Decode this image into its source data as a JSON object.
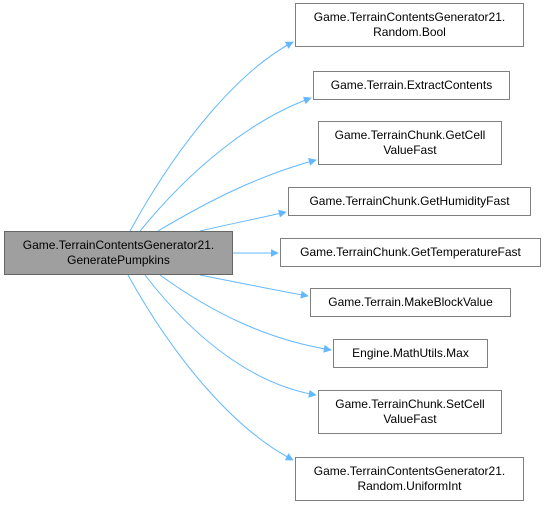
{
  "diagram": {
    "edge_color": "#63b8ff",
    "source": {
      "lines": [
        "Game.TerrainContentsGenerator21.",
        "GeneratePumpkins"
      ]
    },
    "targets": [
      {
        "name": "random-bool",
        "lines": [
          "Game.TerrainContentsGenerator21.",
          "Random.Bool"
        ]
      },
      {
        "name": "extract-contents",
        "lines": [
          "Game.Terrain.ExtractContents"
        ]
      },
      {
        "name": "get-cell-value-fast",
        "lines": [
          "Game.TerrainChunk.GetCell",
          "ValueFast"
        ]
      },
      {
        "name": "get-humidity-fast",
        "lines": [
          "Game.TerrainChunk.GetHumidityFast"
        ]
      },
      {
        "name": "get-temperature-fast",
        "lines": [
          "Game.TerrainChunk.GetTemperatureFast"
        ]
      },
      {
        "name": "make-block-value",
        "lines": [
          "Game.Terrain.MakeBlockValue"
        ]
      },
      {
        "name": "mathutils-max",
        "lines": [
          "Engine.MathUtils.Max"
        ]
      },
      {
        "name": "set-cell-value-fast",
        "lines": [
          "Game.TerrainChunk.SetCell",
          "ValueFast"
        ]
      },
      {
        "name": "random-uniform-int",
        "lines": [
          "Game.TerrainContentsGenerator21.",
          "Random.UniformInt"
        ]
      }
    ]
  }
}
